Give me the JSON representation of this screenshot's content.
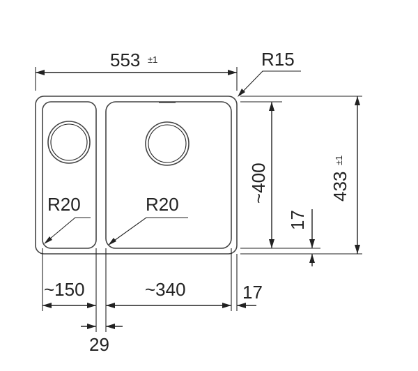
{
  "dimensions": {
    "overall_width": {
      "value": "553",
      "tolerance": "±1"
    },
    "corner_radius_outer": "R15",
    "overall_height": {
      "value": "433",
      "tolerance": "±1"
    },
    "bowl_depth": "~400",
    "right_offset_vertical": "17",
    "left_bowl_radius": "R20",
    "right_bowl_radius": "R20",
    "left_bowl_width": "~150",
    "right_bowl_width": "~340",
    "right_margin": "17",
    "divider_width": "29"
  }
}
